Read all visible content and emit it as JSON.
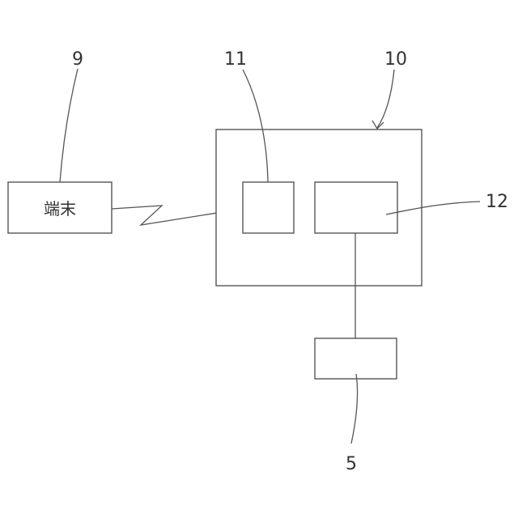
{
  "diagram": {
    "terminal": {
      "ref": "9",
      "label": "端末"
    },
    "device": {
      "ref": "10"
    },
    "communication_unit": {
      "ref": "11"
    },
    "control_unit": {
      "ref": "12"
    },
    "external_unit": {
      "ref": "5"
    }
  },
  "colors": {
    "stroke": "#555555",
    "text": "#333333",
    "background": "#ffffff"
  }
}
